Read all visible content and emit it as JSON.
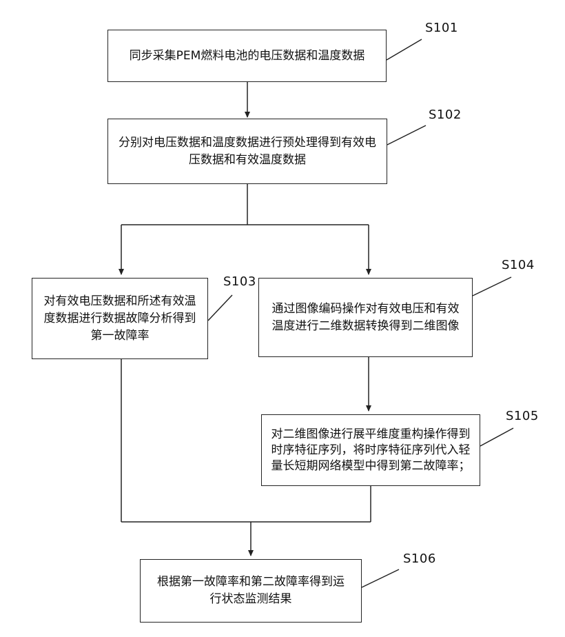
{
  "steps": [
    {
      "id": "S101",
      "text": "同步采集PEM燃料电池的电压数据和温度数据"
    },
    {
      "id": "S102",
      "text": "分别对电压数据和温度数据进行预处理得到有效电压数据和有效温度数据"
    },
    {
      "id": "S103",
      "text": "对有效电压数据和所述有效温度数据进行数据故障分析得到第一故障率"
    },
    {
      "id": "S104",
      "text": "通过图像编码操作对有效电压和有效温度进行二维数据转换得到二维图像"
    },
    {
      "id": "S105",
      "text": "对二维图像进行展平维度重构操作得到时序特征序列，将时序特征序列代入轻量长短期网络模型中得到第二故障率；"
    },
    {
      "id": "S106",
      "text": "根据第一故障率和第二故障率得到运行状态监测结果"
    }
  ]
}
